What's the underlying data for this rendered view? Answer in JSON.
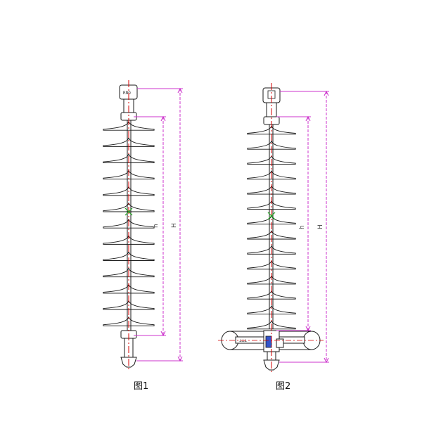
{
  "figures": [
    {
      "caption": "图1",
      "dim_small": "h",
      "dim_large": "H",
      "cap_text": "RNO",
      "shed_count": 13
    },
    {
      "caption": "图2",
      "dim_small": "h",
      "dim_large": "H",
      "shed_count": 14
    }
  ],
  "colors": {
    "outline": "#1a1a1a",
    "centerline": "#d40000",
    "dimension": "#cc33cc",
    "marker": "#22aa22",
    "accent_blue": "#3355cc"
  }
}
